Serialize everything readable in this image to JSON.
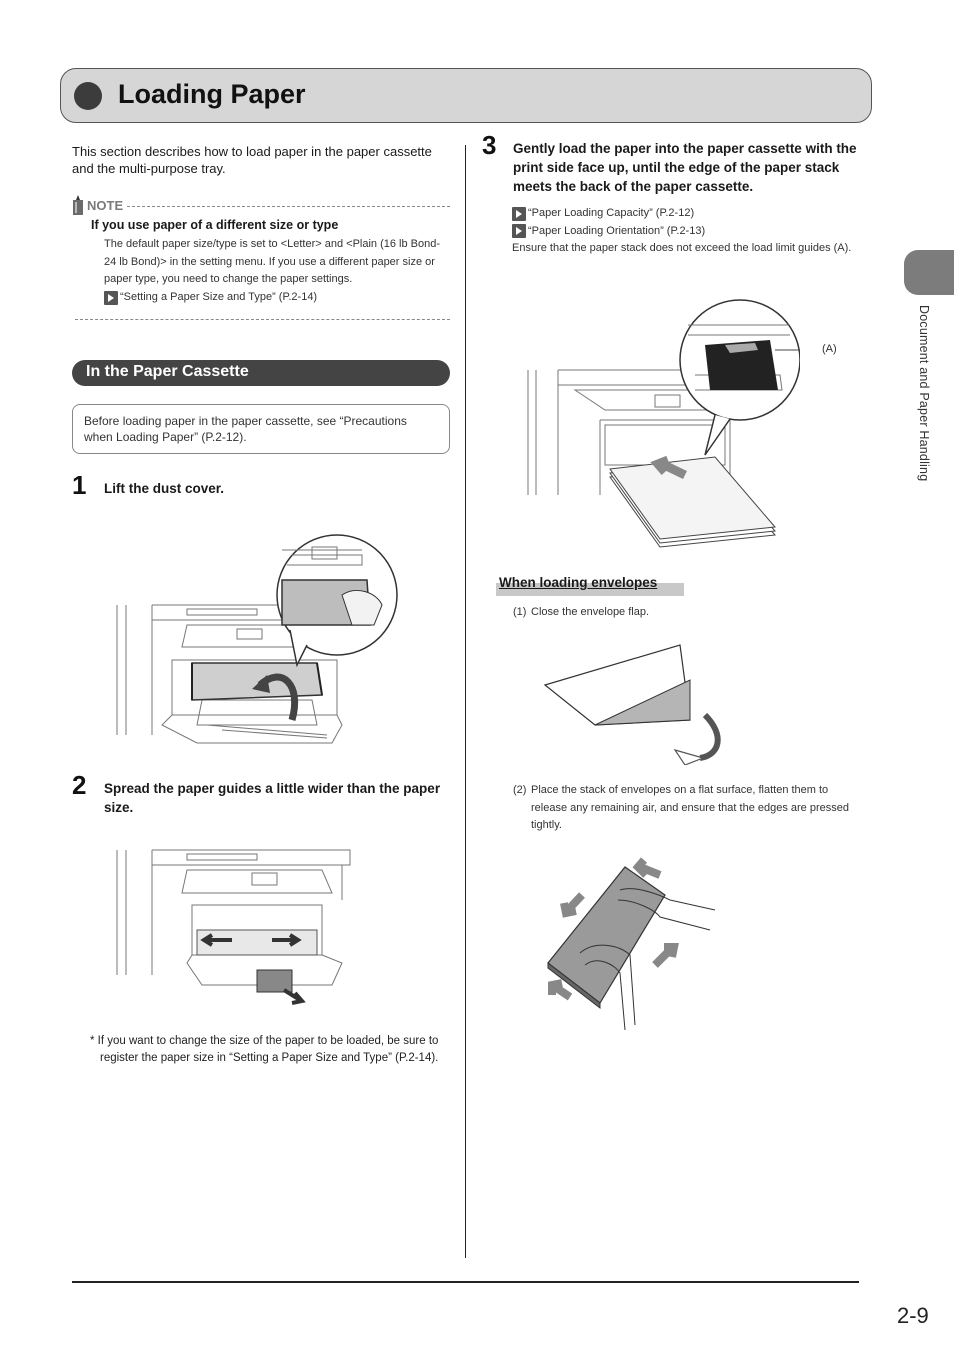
{
  "title": "Loading Paper",
  "intro": "This section describes how to load paper in the paper cassette and the multi-purpose tray.",
  "note": {
    "label": "NOTE",
    "subheading": "If you use paper of a different size or type",
    "body": "The default paper size/type is set to <Letter> and <Plain (16 lb Bond-24 lb Bond)> in the setting menu. If you use a different paper size or paper type, you need to change the paper settings.",
    "link": "“Setting a Paper Size and Type” (P.2-14)"
  },
  "section_heading": "In the Paper Cassette",
  "precaution": "Before loading paper in the paper cassette, see “Precautions when Loading Paper” (P.2-12).",
  "steps": [
    {
      "number": "1",
      "text": "Lift the dust cover."
    },
    {
      "number": "2",
      "text": "Spread the paper guides a little wider than the paper size."
    },
    {
      "number": "3",
      "text": "Gently load the paper into the paper cassette with the print side face up, until the edge of the paper stack meets the back of the paper cassette."
    }
  ],
  "footnote": "* If you want to change the size of the paper to be loaded, be sure to register the paper size in “Setting a Paper Size and Type” (P.2-14).",
  "step3_refs": {
    "link1": "“Paper Loading Capacity” (P.2-12)",
    "link2": "“Paper Loading Orientation” (P.2-13)",
    "text": "Ensure that the paper stack does not exceed the load limit guides (A)."
  },
  "callout_label": "(A)",
  "envelopes": {
    "heading": "When loading envelopes",
    "step1_num": "(1)",
    "step1": "Close the envelope flap.",
    "step2_num": "(2)",
    "step2": "Place the stack of envelopes on a flat surface, flatten them to release any remaining air, and ensure that the edges are pressed tightly."
  },
  "side_tab": "Document and Paper Handling",
  "page_number": "2-9"
}
